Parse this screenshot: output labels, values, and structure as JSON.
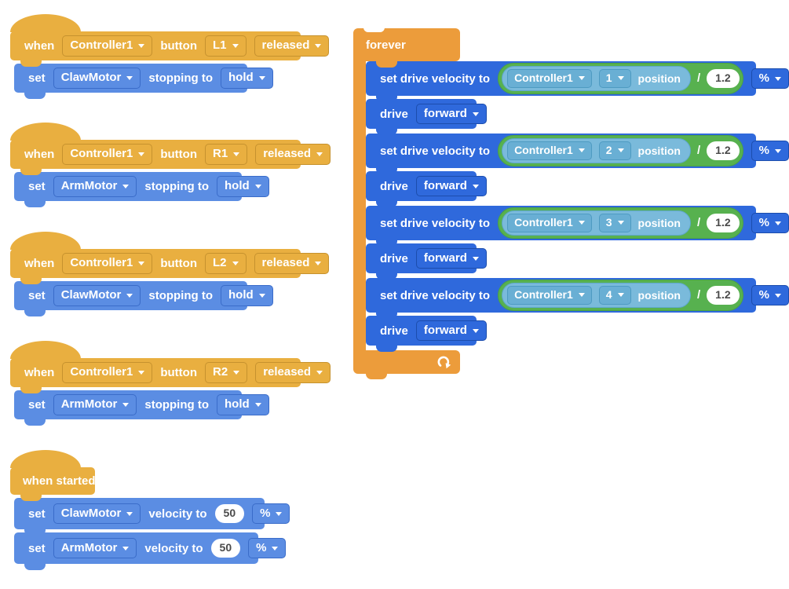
{
  "palette": {
    "events_yellow": "#E9AF40",
    "control_orange": "#EC9C3B",
    "motor_blue": "#5B8DE3",
    "drivetrain_blue": "#2F69DC",
    "sensing_teal": "#7ABADB",
    "operator_green": "#57B14F",
    "background": "#FFFFFF"
  },
  "icons": {
    "dropdown": "chevron-down-icon",
    "loop": "loop-arrow-icon"
  },
  "controller_stacks": [
    {
      "when": "when",
      "controller": "Controller1",
      "button_label": "button",
      "button": "L1",
      "state": "released",
      "set": "set",
      "motor": "ClawMotor",
      "stopping": "stopping to",
      "mode": "hold"
    },
    {
      "when": "when",
      "controller": "Controller1",
      "button_label": "button",
      "button": "R1",
      "state": "released",
      "set": "set",
      "motor": "ArmMotor",
      "stopping": "stopping to",
      "mode": "hold"
    },
    {
      "when": "when",
      "controller": "Controller1",
      "button_label": "button",
      "button": "L2",
      "state": "released",
      "set": "set",
      "motor": "ClawMotor",
      "stopping": "stopping to",
      "mode": "hold"
    },
    {
      "when": "when",
      "controller": "Controller1",
      "button_label": "button",
      "button": "R2",
      "state": "released",
      "set": "set",
      "motor": "ArmMotor",
      "stopping": "stopping to",
      "mode": "hold"
    }
  ],
  "start_stack": {
    "hat": "when started",
    "rows": [
      {
        "set": "set",
        "motor": "ClawMotor",
        "velocity": "velocity to",
        "value": "50",
        "unit": "%"
      },
      {
        "set": "set",
        "motor": "ArmMotor",
        "velocity": "velocity to",
        "value": "50",
        "unit": "%"
      }
    ]
  },
  "forever_loop": {
    "label": "forever",
    "pairs": [
      {
        "set": "set drive velocity to",
        "controller": "Controller1",
        "axis": "1",
        "position": "position",
        "op": "/",
        "divisor": "1.2",
        "unit": "%",
        "drive": "drive",
        "direction": "forward"
      },
      {
        "set": "set drive velocity to",
        "controller": "Controller1",
        "axis": "2",
        "position": "position",
        "op": "/",
        "divisor": "1.2",
        "unit": "%",
        "drive": "drive",
        "direction": "forward"
      },
      {
        "set": "set drive velocity to",
        "controller": "Controller1",
        "axis": "3",
        "position": "position",
        "op": "/",
        "divisor": "1.2",
        "unit": "%",
        "drive": "drive",
        "direction": "forward"
      },
      {
        "set": "set drive velocity to",
        "controller": "Controller1",
        "axis": "4",
        "position": "position",
        "op": "/",
        "divisor": "1.2",
        "unit": "%",
        "drive": "drive",
        "direction": "forward"
      }
    ]
  }
}
